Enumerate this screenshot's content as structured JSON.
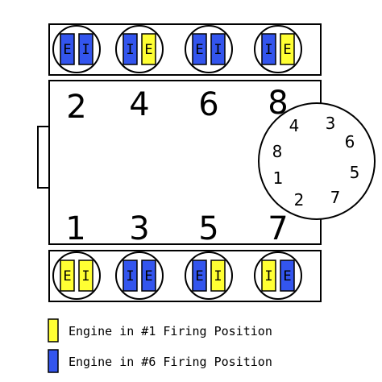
{
  "colors": {
    "yellow": "#ffff33",
    "blue": "#3355ee",
    "outline": "#000000",
    "background": "#ffffff"
  },
  "cylinders": {
    "top_row": [
      "2",
      "4",
      "6",
      "8"
    ],
    "bottom_row": [
      "1",
      "3",
      "5",
      "7"
    ]
  },
  "valves": {
    "top_row": [
      {
        "left": {
          "letter": "E",
          "color": "blue"
        },
        "right": {
          "letter": "I",
          "color": "blue"
        }
      },
      {
        "left": {
          "letter": "I",
          "color": "blue"
        },
        "right": {
          "letter": "E",
          "color": "yellow"
        }
      },
      {
        "left": {
          "letter": "E",
          "color": "blue"
        },
        "right": {
          "letter": "I",
          "color": "blue"
        }
      },
      {
        "left": {
          "letter": "I",
          "color": "blue"
        },
        "right": {
          "letter": "E",
          "color": "yellow"
        }
      }
    ],
    "bottom_row": [
      {
        "left": {
          "letter": "E",
          "color": "yellow"
        },
        "right": {
          "letter": "I",
          "color": "yellow"
        }
      },
      {
        "left": {
          "letter": "I",
          "color": "blue"
        },
        "right": {
          "letter": "E",
          "color": "blue"
        }
      },
      {
        "left": {
          "letter": "E",
          "color": "blue"
        },
        "right": {
          "letter": "I",
          "color": "yellow"
        }
      },
      {
        "left": {
          "letter": "I",
          "color": "yellow"
        },
        "right": {
          "letter": "E",
          "color": "blue"
        }
      }
    ]
  },
  "distributor": {
    "numbers": [
      "4",
      "3",
      "8",
      "6",
      "1",
      "5",
      "2",
      "7"
    ]
  },
  "legend": [
    {
      "color": "yellow",
      "label": "Engine in #1 Firing Position"
    },
    {
      "color": "blue",
      "label": "Engine in #6 Firing Position"
    }
  ]
}
